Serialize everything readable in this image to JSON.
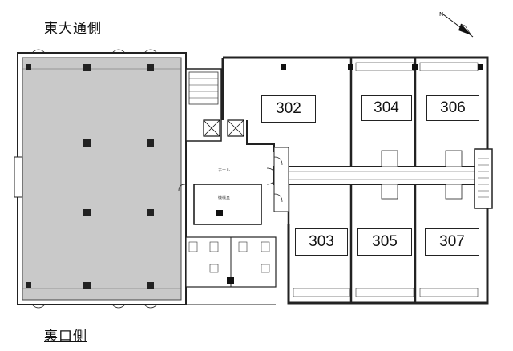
{
  "labels": {
    "street_front": "東大通側",
    "street_back": "裏口側",
    "hall": "ホール",
    "machine_room": "機械室"
  },
  "rooms": [
    {
      "id": "302",
      "label": "302"
    },
    {
      "id": "304",
      "label": "304"
    },
    {
      "id": "306",
      "label": "306"
    },
    {
      "id": "303",
      "label": "303"
    },
    {
      "id": "305",
      "label": "305"
    },
    {
      "id": "307",
      "label": "307"
    }
  ],
  "compass": {
    "icon": "compass-icon",
    "direction": "N"
  }
}
